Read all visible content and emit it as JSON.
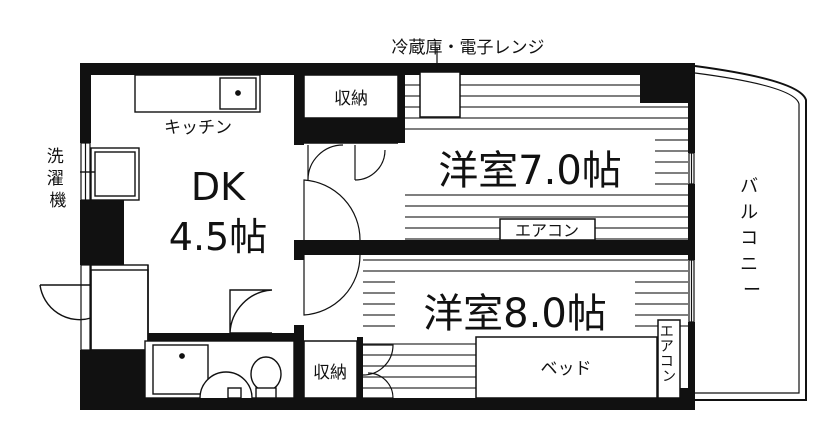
{
  "labels": {
    "fridge_microwave": "冷蔵庫・電子レンジ",
    "kitchen": "キッチン",
    "laundry": "洗濯機",
    "dk_name": "DK",
    "dk_size": "4.5帖",
    "storage_top": "収納",
    "storage_bottom": "収納",
    "room1": "洋室7.0帖",
    "room2": "洋室8.0帖",
    "aircon1": "エアコン",
    "aircon2": "エアコン",
    "bed": "ベッド",
    "balcony": "バルコニー"
  }
}
